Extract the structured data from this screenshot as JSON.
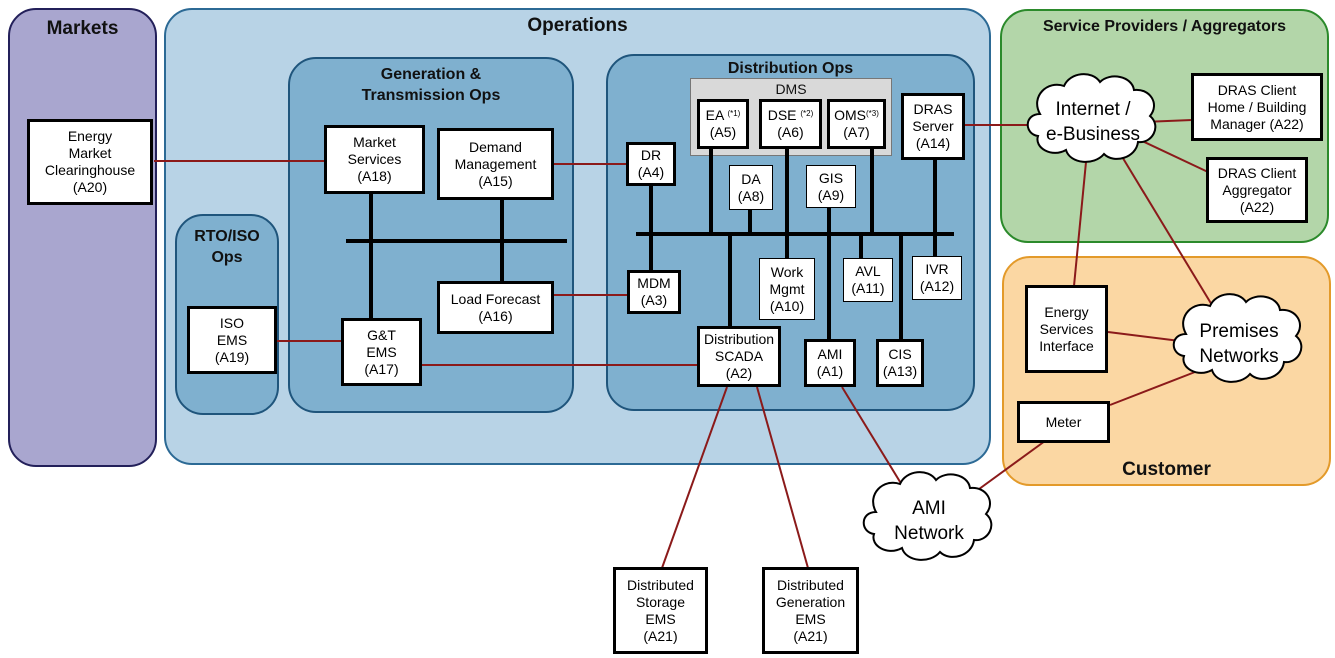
{
  "regions": {
    "markets": "Markets",
    "operations": "Operations",
    "gt_ops": [
      "Generation &",
      "Transmission Ops"
    ],
    "rto_ops": [
      "RTO/ISO",
      "Ops"
    ],
    "dist_ops": "Distribution Ops",
    "dms": "DMS",
    "service_providers": "Service Providers / Aggregators",
    "customer": "Customer"
  },
  "nodes": {
    "a20": [
      "Energy",
      "Market",
      "Clearinghouse",
      "(A20)"
    ],
    "a18": [
      "Market",
      "Services",
      "(A18)"
    ],
    "a15": [
      "Demand",
      "Management",
      "(A15)"
    ],
    "a19": [
      "ISO",
      "EMS",
      "(A19)"
    ],
    "a17": [
      "G&T",
      "EMS",
      "(A17)"
    ],
    "a16": [
      "Load Forecast",
      "(A16)"
    ],
    "a5": {
      "name": "EA",
      "sup": "(*1)",
      "id": "(A5)"
    },
    "a6": {
      "name": "DSE",
      "sup": "(*2)",
      "id": "(A6)"
    },
    "a7": {
      "name": "OMS",
      "sup": "(*3)",
      "id": "(A7)"
    },
    "a14": [
      "DRAS",
      "Server",
      "(A14)"
    ],
    "a4": [
      "DR",
      "(A4)"
    ],
    "a8": [
      "DA",
      "(A8)"
    ],
    "a9": [
      "GIS",
      "(A9)"
    ],
    "a3": [
      "MDM",
      "(A3)"
    ],
    "a10": [
      "Work",
      "Mgmt",
      "(A10)"
    ],
    "a11": [
      "AVL",
      "(A11)"
    ],
    "a12": [
      "IVR",
      "(A12)"
    ],
    "a2": [
      "Distribution",
      "SCADA",
      "(A2)"
    ],
    "a1": [
      "AMI",
      "(A1)"
    ],
    "a13": [
      "CIS",
      "(A13)"
    ],
    "a22_home": [
      "DRAS Client",
      "Home / Building",
      "Manager (A22)"
    ],
    "a22_agg": [
      "DRAS Client",
      "Aggregator",
      "(A22)"
    ],
    "esi": [
      "Energy",
      "Services",
      "Interface"
    ],
    "meter": "Meter",
    "a21_storage": [
      "Distributed",
      "Storage",
      "EMS",
      "(A21)"
    ],
    "a21_gen": [
      "Distributed",
      "Generation",
      "EMS",
      "(A21)"
    ]
  },
  "clouds": {
    "internet": [
      "Internet /",
      "e-Business"
    ],
    "premises": [
      "Premises",
      "Networks"
    ],
    "ami_network": [
      "AMI",
      "Network"
    ]
  },
  "colors": {
    "markets_fill": "#a9a6cf",
    "operations_fill": "#b8d3e6",
    "ops_sub_fill": "#7fb0cf",
    "service_fill": "#b3d6a9",
    "customer_fill": "#fbd7a3",
    "link": "#8b1a1a",
    "bus": "#000000"
  }
}
